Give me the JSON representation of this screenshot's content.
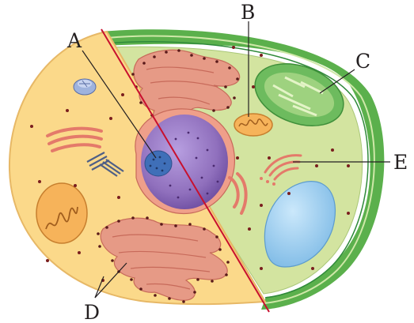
{
  "diagram": {
    "labels": {
      "A": "A",
      "B": "B",
      "C": "C",
      "D": "D",
      "E": "E"
    }
  },
  "colors": {
    "animal_cytoplasm": "#fbd98a",
    "plant_cytoplasm": "#d3e4a0",
    "cell_wall": "#5bb04c",
    "divider": "#c8102e",
    "nucleus": "#9b7bc0",
    "er": "#e69a86",
    "vacuole": "#8fc8ee",
    "chloroplast": "#6dbb5e"
  }
}
